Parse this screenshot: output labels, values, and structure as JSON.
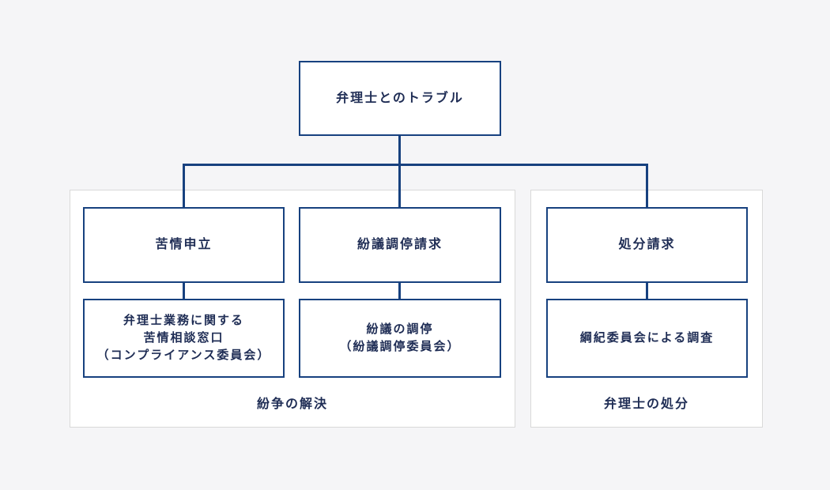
{
  "colors": {
    "line": "#17417f",
    "text": "#1f2d55",
    "panel_border": "#d9d9d9",
    "background": "#f5f5f7",
    "box_bg": "#ffffff"
  },
  "tree": {
    "root": {
      "label": "弁理士とのトラブル"
    },
    "groups": [
      {
        "caption": "紛争の解決",
        "columns": [
          {
            "top_label": "苦情申立",
            "bottom_lines": [
              "弁理士業務に関する",
              "苦情相談窓口",
              "（コンプライアンス委員会）"
            ]
          },
          {
            "top_label": "紛議調停請求",
            "bottom_lines": [
              "紛議の調停",
              "（紛議調停委員会）"
            ]
          }
        ]
      },
      {
        "caption": "弁理士の処分",
        "columns": [
          {
            "top_label": "処分請求",
            "bottom_lines": [
              "綱紀委員会による調査"
            ]
          }
        ]
      }
    ]
  }
}
